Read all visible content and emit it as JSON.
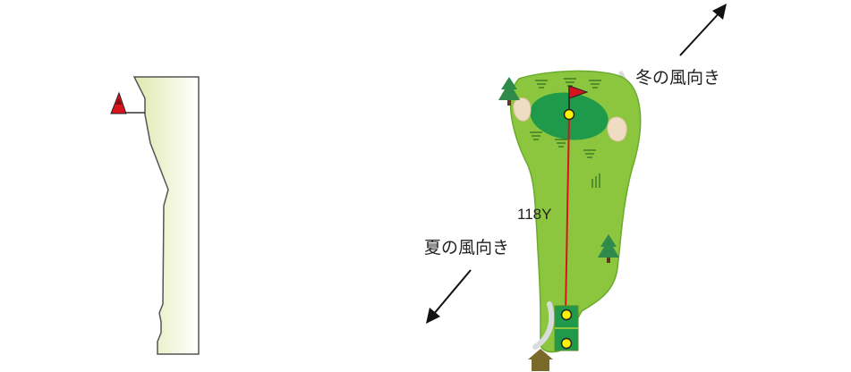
{
  "distance_label": "118Y",
  "winter_wind_label": "冬の風向き",
  "summer_wind_label": "夏の風向き",
  "colors": {
    "fairway": "#8cc63f",
    "fairway_edge": "#6aab2e",
    "green": "#1f9a4a",
    "bunker": "#eedcc3",
    "flag": "#d7141e",
    "marker": "#fff200",
    "tree": "#2e8b4a",
    "house": "#7a6a2a",
    "path": "#d9dcdc",
    "profile_fill": "#eef4cf",
    "profile_line": "#555555"
  },
  "icons": [
    "flag-icon",
    "tree-icon",
    "house-icon",
    "wind-arrow-icon",
    "tee-marker-icon",
    "pin-marker-icon",
    "rough-grass-icon"
  ]
}
